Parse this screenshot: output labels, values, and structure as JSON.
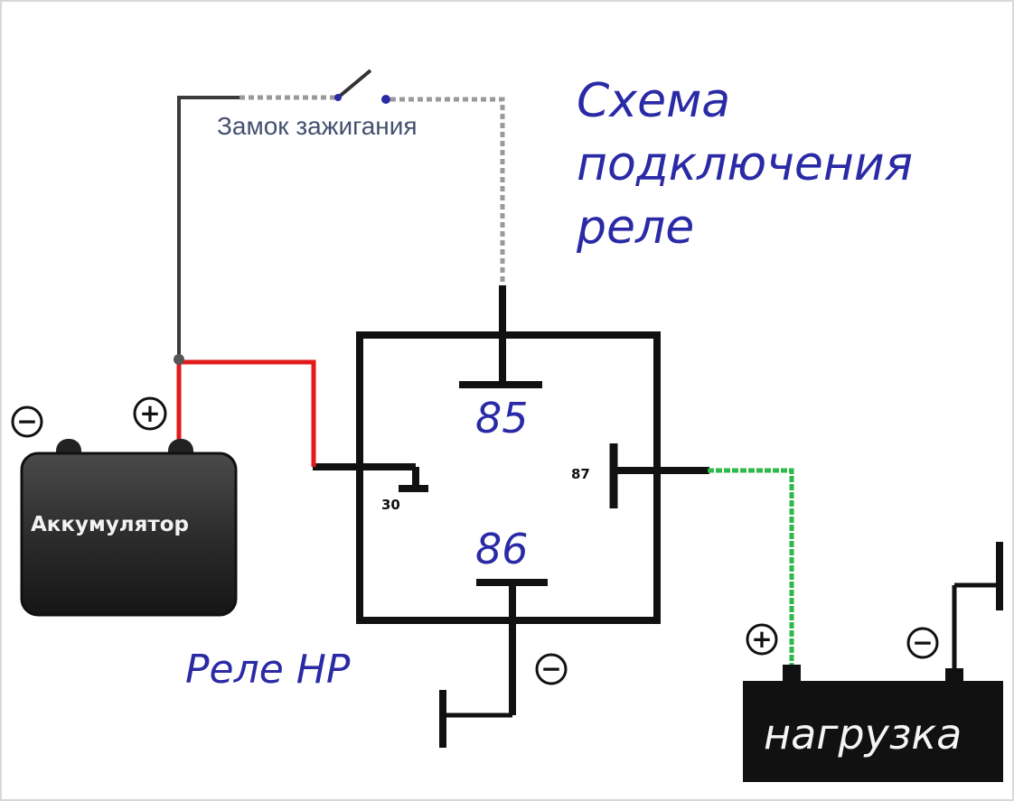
{
  "title": {
    "line1": "Схема",
    "line2": "подключения",
    "line3": "реле"
  },
  "ignition_switch": {
    "label": "Замок зажигания"
  },
  "relay": {
    "type_label": "Реле НР",
    "pins": {
      "p85": "85",
      "p86": "86",
      "p30": "30",
      "p87": "87"
    }
  },
  "battery": {
    "label": "Аккумулятор",
    "minus": "−",
    "plus": "+"
  },
  "load": {
    "label": "нагрузка",
    "plus": "+",
    "minus": "−"
  },
  "ground_symbol": "−",
  "colors": {
    "title_text": "#2a2aa6",
    "relay_outline": "#111111",
    "battery_positive_wire": "#e21a1a",
    "load_wire": "#2fb84a",
    "ignition_wire": "#888888",
    "switch_contacts": "#2a2aa6",
    "battery_body": "#2a2a2a",
    "load_body": "#111111"
  }
}
